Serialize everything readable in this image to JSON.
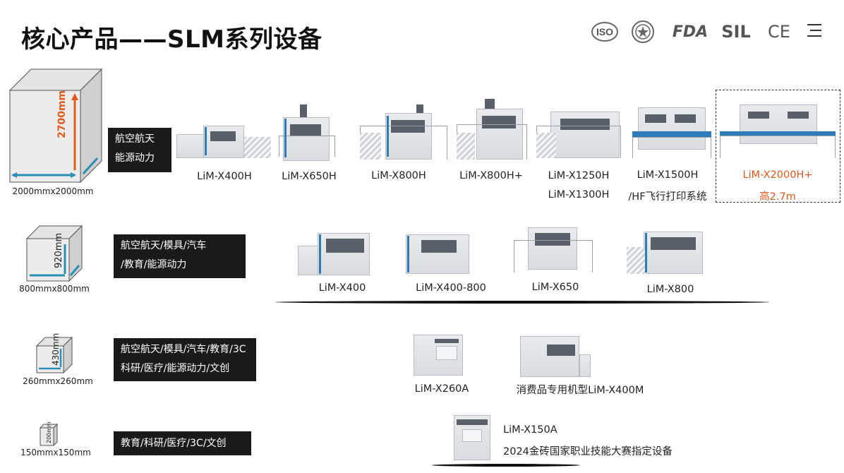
{
  "title": "核心产品——SLM系列设备",
  "certifications": [
    {
      "icon": "iso-icon",
      "label": "ISO"
    },
    {
      "icon": "seal-icon",
      "label": ""
    },
    {
      "icon": "fda-icon",
      "label": "FDA"
    },
    {
      "icon": "sil-icon",
      "label": "SIL"
    },
    {
      "icon": "ce-icon",
      "label": "CE"
    }
  ],
  "tiers": [
    {
      "height_label": "2700mm",
      "size_label": "2000mmx2000mm",
      "industries": [
        "航空航天",
        "能源动力"
      ],
      "models": [
        {
          "name": "LiM-X400H"
        },
        {
          "name": "LiM-X650H"
        },
        {
          "name": "LiM-X800H"
        },
        {
          "name": "LiM-X800H+"
        },
        {
          "name": "LiM-X1250H",
          "name2": "LiM-X1300H"
        },
        {
          "name": "LiM-X1500H",
          "name2": "/HF飞行打印系统"
        },
        {
          "name": "LiM-X2000H+",
          "name2": "高2.7m",
          "highlight": true
        }
      ]
    },
    {
      "height_label": "920mm",
      "size_label": "800mmx800mm",
      "industries": [
        "航空航天/模具/汽车",
        "/教育/能源动力"
      ],
      "models": [
        {
          "name": "LiM-X400"
        },
        {
          "name": "LiM-X400-800"
        },
        {
          "name": "LiM-X650"
        },
        {
          "name": "LiM-X800"
        }
      ]
    },
    {
      "height_label": "430mm",
      "size_label": "260mmx260mm",
      "industries": [
        "航空航天/模具/汽车/教育/3C",
        "科研/医疗/能源动力/文创"
      ],
      "models": [
        {
          "name": "LiM-X260A"
        },
        {
          "name": "消费品专用机型LiM-X400M"
        }
      ]
    },
    {
      "height_label": "200mm",
      "size_label": "150mmx150mm",
      "industries": [
        "教育/科研/医疗/3C/文创"
      ],
      "models": [
        {
          "name": "LiM-X150A",
          "name2": "2024金砖国家职业技能大赛指定设备"
        }
      ]
    }
  ],
  "colors": {
    "accent": "#e05a1b",
    "arrow": "#2a8fb5",
    "tag_bg": "#1a1a1a"
  }
}
